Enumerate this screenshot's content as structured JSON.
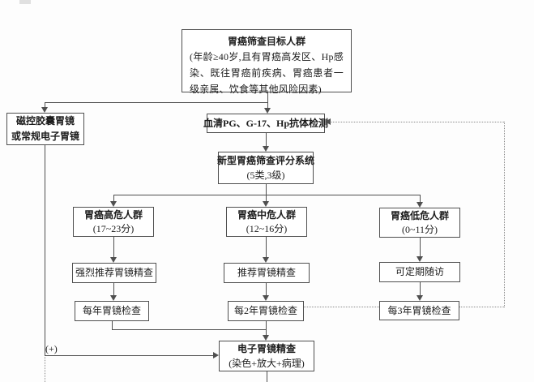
{
  "figure": {
    "type": "flowchart",
    "language": "zh-CN",
    "nodes": {
      "target": {
        "title": "胃癌筛查目标人群",
        "body": "(年龄≥40岁,且有胃癌高发区、Hp感染、既往胃癌前疾病、胃癌患者一级亲属、饮食等其他风险因素)"
      },
      "capsule": {
        "line1": "磁控胶囊胃镜",
        "line2": "或常规电子胃镜"
      },
      "serum": {
        "title": "血清PG、G-17、Hp抗体检测"
      },
      "scoring": {
        "title": "新型胃癌筛查评分系统",
        "subtitle": "(5类,3级)"
      },
      "high_risk": {
        "title": "胃癌高危人群",
        "score": "(17~23分)"
      },
      "mid_risk": {
        "title": "胃癌中危人群",
        "score": "(12~16分)"
      },
      "low_risk": {
        "title": "胃癌低危人群",
        "score": "(0~11分)"
      },
      "rec_high": {
        "label": "强烈推荐胃镜精查"
      },
      "rec_mid": {
        "label": "推荐胃镜精查"
      },
      "rec_low": {
        "label": "可定期随访"
      },
      "interval_high": {
        "label": "每年胃镜检查"
      },
      "interval_mid": {
        "label": "每2年胃镜检查"
      },
      "interval_low": {
        "label": "每3年胃镜检查"
      },
      "endoscopy": {
        "title": "电子胃镜精查",
        "subtitle": "(染色+放大+病理)"
      }
    },
    "annotations": {
      "positive_result": "(+)"
    },
    "colors": {
      "line": "#4f4f4f",
      "dotted_line": "#8a8a8a",
      "text": "#1c1c1c",
      "background": "#fdfdfd"
    }
  }
}
